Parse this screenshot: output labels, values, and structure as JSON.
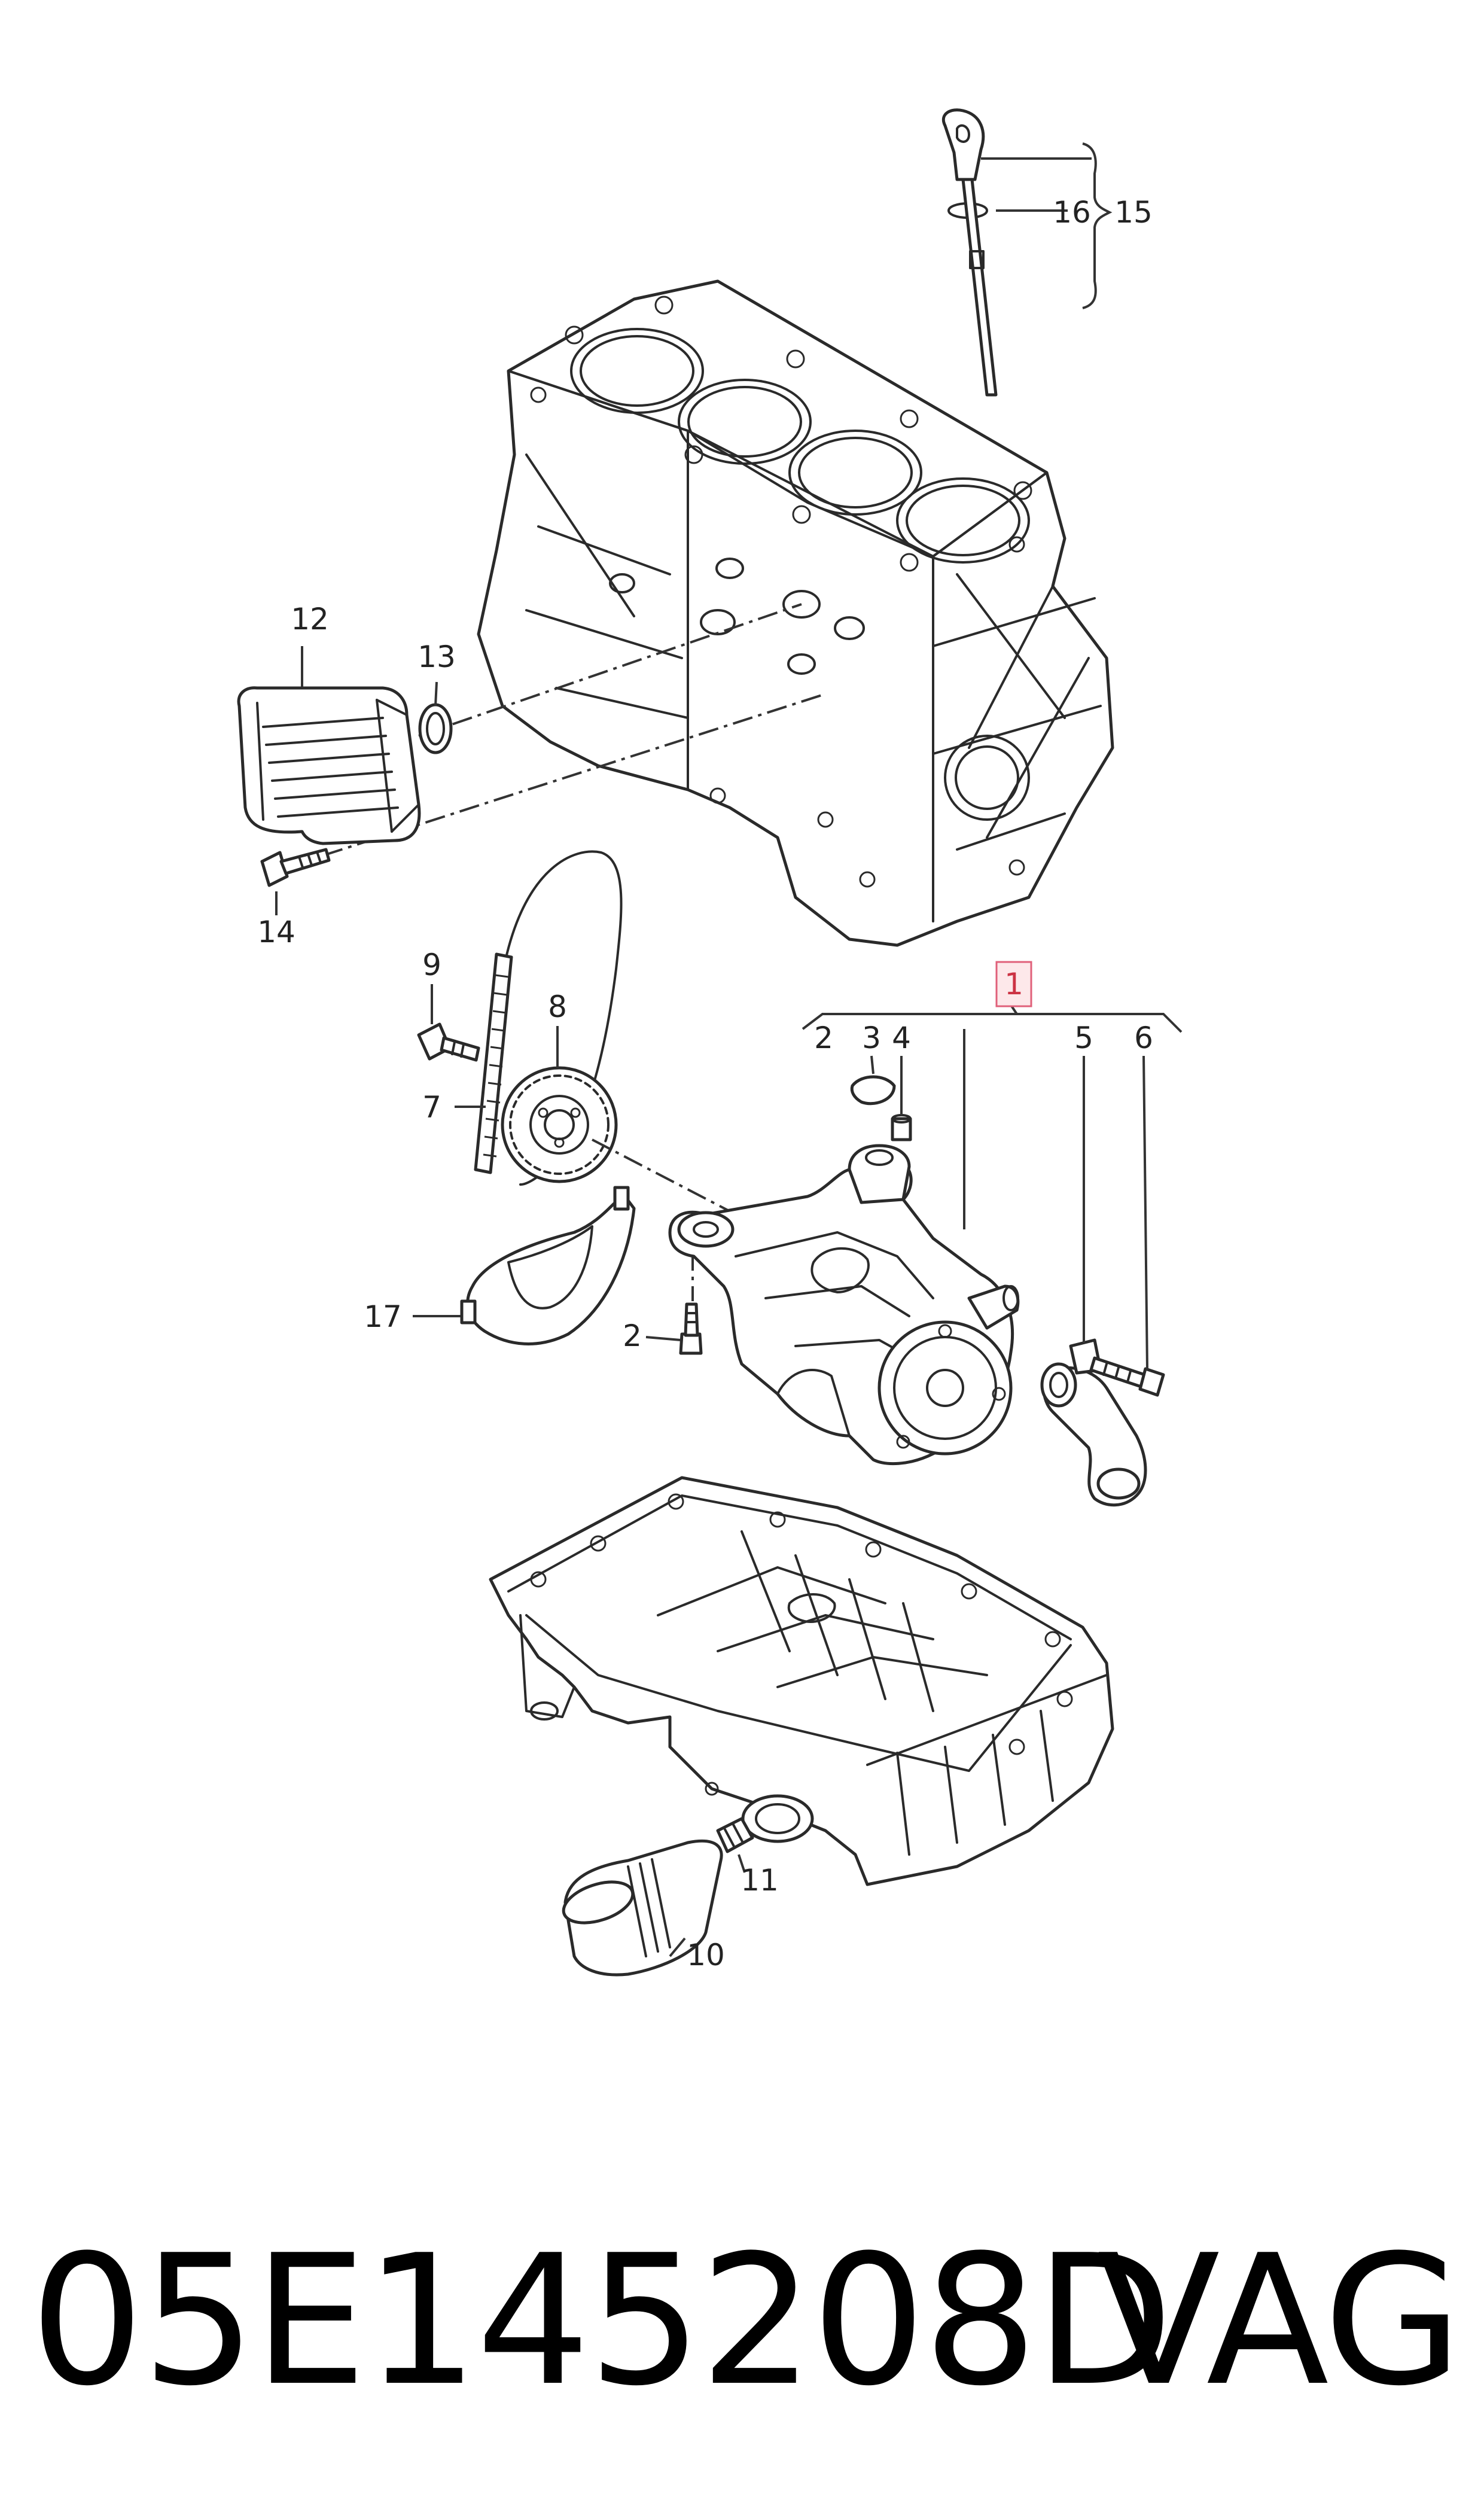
{
  "callouts": {
    "c1": "1",
    "c2a": "2",
    "c2b": "2",
    "c3": "3",
    "c4": "4",
    "c5": "5",
    "c6": "6",
    "c7": "7",
    "c8": "8",
    "c9": "9",
    "c10": "10",
    "c11": "11",
    "c12": "12",
    "c13": "13",
    "c14": "14",
    "c15": "15",
    "c16": "16",
    "c17": "17"
  },
  "caption": {
    "part_number": "05E145208D",
    "brand": "VAG"
  },
  "colors": {
    "line": "#2a2a2a",
    "highlight_fill": "#fde8ea",
    "highlight_stroke": "#e0607a",
    "highlight_text": "#cc3344"
  }
}
